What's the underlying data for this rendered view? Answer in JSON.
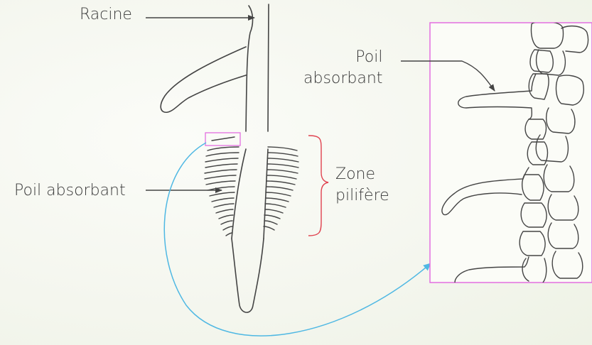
{
  "labels": {
    "racine": "Racine",
    "poil_absorbant_left": "Poil absorbant",
    "zone_line1": "Zone",
    "zone_line2": "pilifère",
    "zoom_poil_line1": "Poil",
    "zoom_poil_line2": "absorbant"
  },
  "colors": {
    "stroke": "#444444",
    "zoom_frame": "#e36ee0",
    "brace": "#e0424f",
    "link_arrow": "#4fb8e3"
  }
}
